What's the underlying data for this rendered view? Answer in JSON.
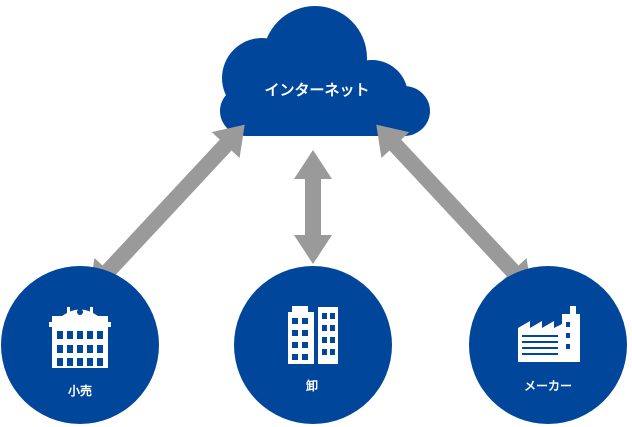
{
  "colors": {
    "primary": "#00469b",
    "arrow": "#9a9a9a",
    "text_on_primary": "#ffffff"
  },
  "cloud": {
    "label": "インターネット",
    "icon": "cloud-icon"
  },
  "nodes": [
    {
      "id": "retail",
      "label": "小売",
      "icon": "store-building-icon"
    },
    {
      "id": "wholesale",
      "label": "卸",
      "icon": "office-building-icon"
    },
    {
      "id": "maker",
      "label": "メーカー",
      "icon": "factory-icon"
    }
  ],
  "connections": [
    {
      "from": "cloud",
      "to": "retail",
      "direction": "bidirectional"
    },
    {
      "from": "cloud",
      "to": "wholesale",
      "direction": "bidirectional"
    },
    {
      "from": "cloud",
      "to": "maker",
      "direction": "bidirectional"
    }
  ]
}
